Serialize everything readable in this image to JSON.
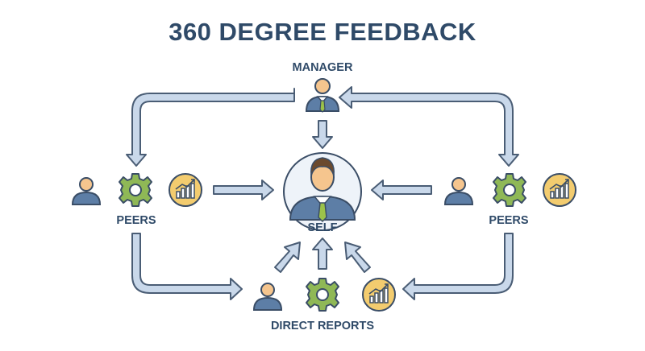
{
  "title": "360 DEGREE FEEDBACK",
  "nodes": {
    "manager": "MANAGER",
    "self": "SELF",
    "peers_left": "PEERS",
    "peers_right": "PEERS",
    "direct_reports": "DIRECT REPORTS"
  },
  "colors": {
    "title": "#2f4a68",
    "arrow_fill": "#c9d8ea",
    "arrow_stroke": "#4a5d75",
    "person_blue": "#5d7ea6",
    "skin": "#f5c58e",
    "gear_green": "#8fb856",
    "chart_yellow": "#f3cc6f",
    "tie_green": "#9bc24a"
  }
}
